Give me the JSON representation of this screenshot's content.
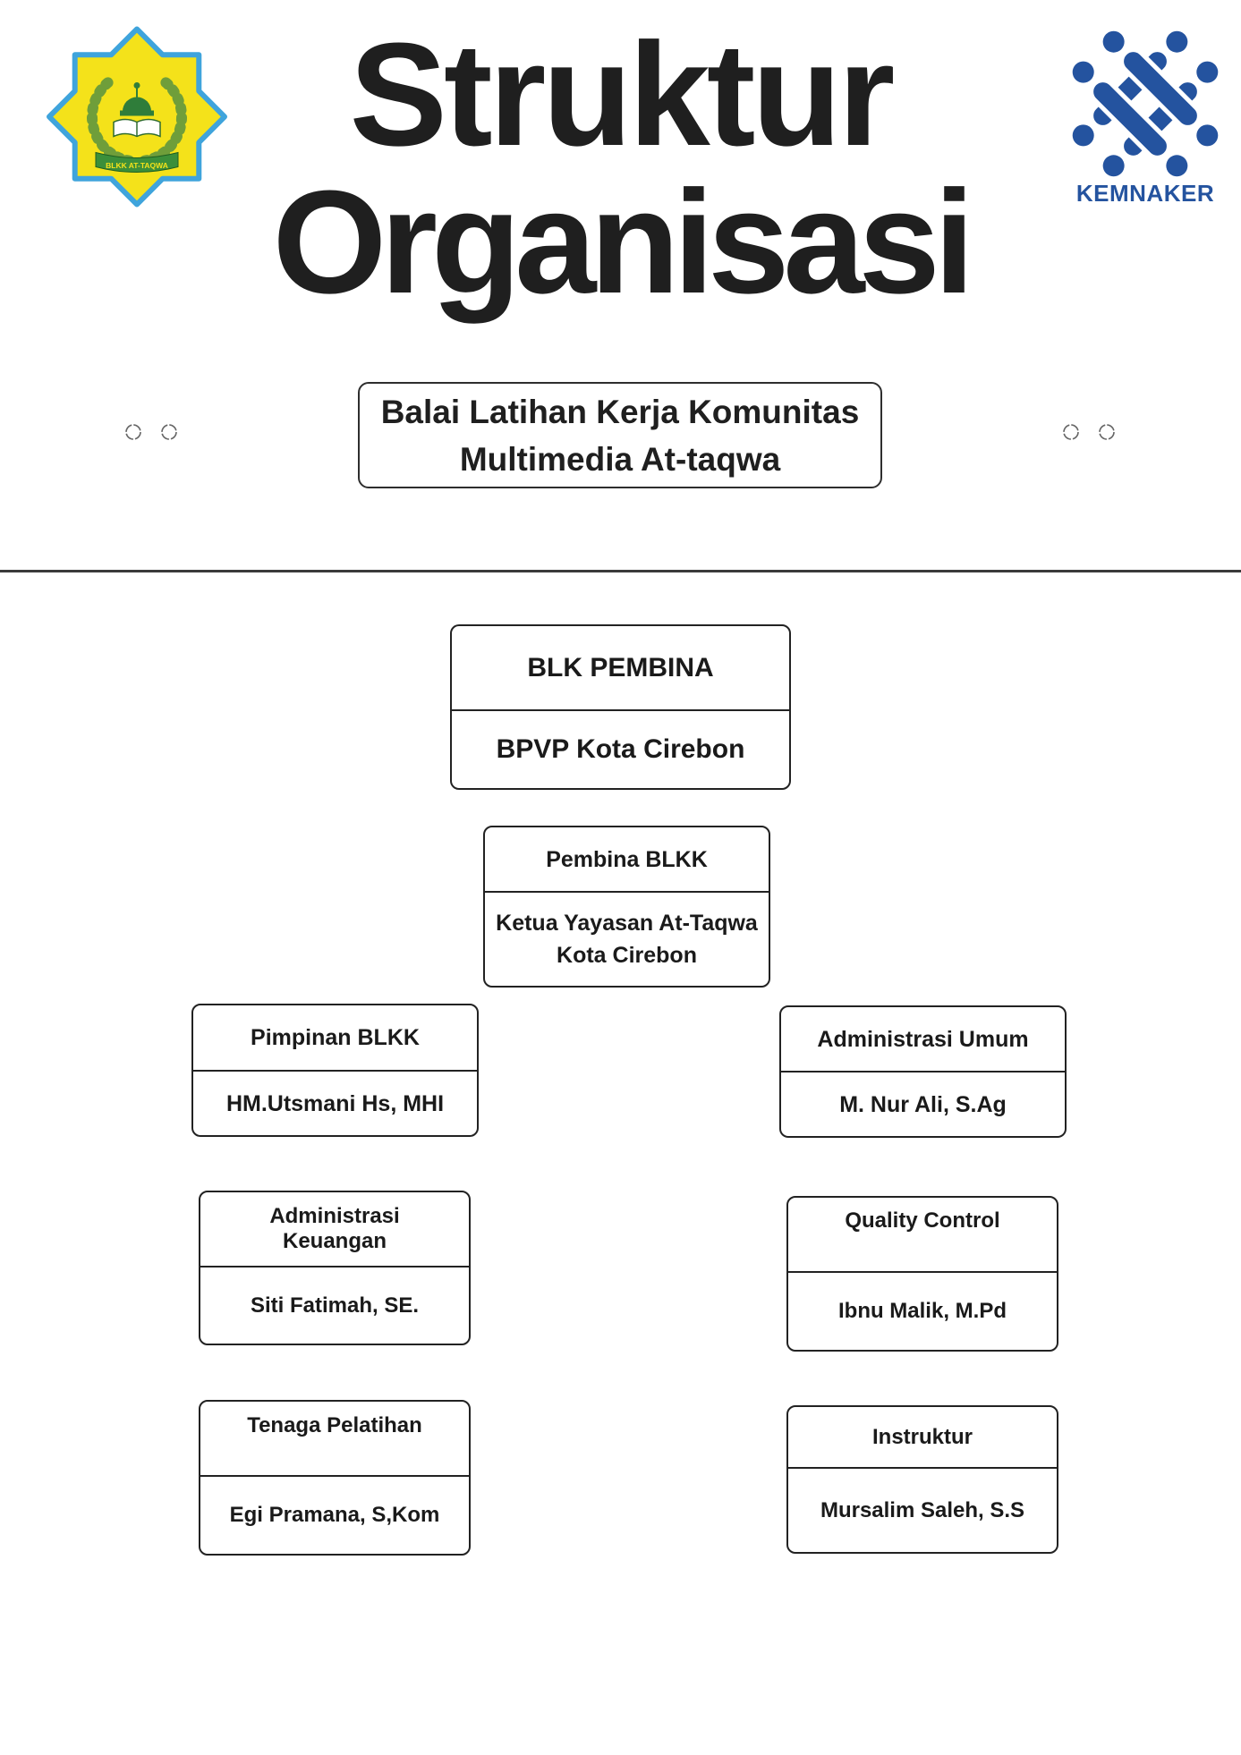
{
  "header": {
    "title": [
      "Struktur",
      "Organisasi"
    ],
    "subtitle": [
      "Balai Latihan Kerja Komunitas",
      "Multimedia At-taqwa"
    ],
    "logo_left": {
      "icon": "blkk-at-taqwa-emblem",
      "ribbon_text": "BLKK AT-TAQWA"
    },
    "logo_right": {
      "icon": "kemnaker-emblem",
      "wordmark": "KEMNAKER"
    },
    "decor_icons": [
      "dotted-circle-icon",
      "dotted-circle-icon",
      "dotted-circle-icon",
      "dotted-circle-icon"
    ]
  },
  "org_chart": {
    "units": [
      {
        "title": [
          "BLK PEMBINA"
        ],
        "holder": [
          "BPVP Kota Cirebon"
        ]
      },
      {
        "title": [
          "Pembina BLKK"
        ],
        "holder": [
          "Ketua Yayasan At-Taqwa",
          "Kota Cirebon"
        ]
      },
      {
        "title": [
          "Pimpinan BLKK"
        ],
        "holder": [
          "HM.Utsmani Hs, MHI"
        ]
      },
      {
        "title": [
          "Administrasi Umum"
        ],
        "holder": [
          "M. Nur Ali, S.Ag"
        ]
      },
      {
        "title": [
          "Administrasi",
          "Keuangan"
        ],
        "holder": [
          "Siti Fatimah, SE."
        ]
      },
      {
        "title": [
          "Quality Control"
        ],
        "holder": [
          "Ibnu Malik, M.Pd"
        ]
      },
      {
        "title": [
          "Tenaga Pelatihan"
        ],
        "holder": [
          "Egi Pramana, S,Kom"
        ]
      },
      {
        "title": [
          "Instruktur"
        ],
        "holder": [
          "Mursalim Saleh, S.S"
        ]
      }
    ]
  },
  "colors": {
    "text": "#1c1c1c",
    "border": "#222222",
    "logo_left_fill": "#f4e21a",
    "logo_left_outline": "#3fa4dc",
    "logo_left_green": "#3b8f3a",
    "kemnaker_blue": "#24539f"
  }
}
